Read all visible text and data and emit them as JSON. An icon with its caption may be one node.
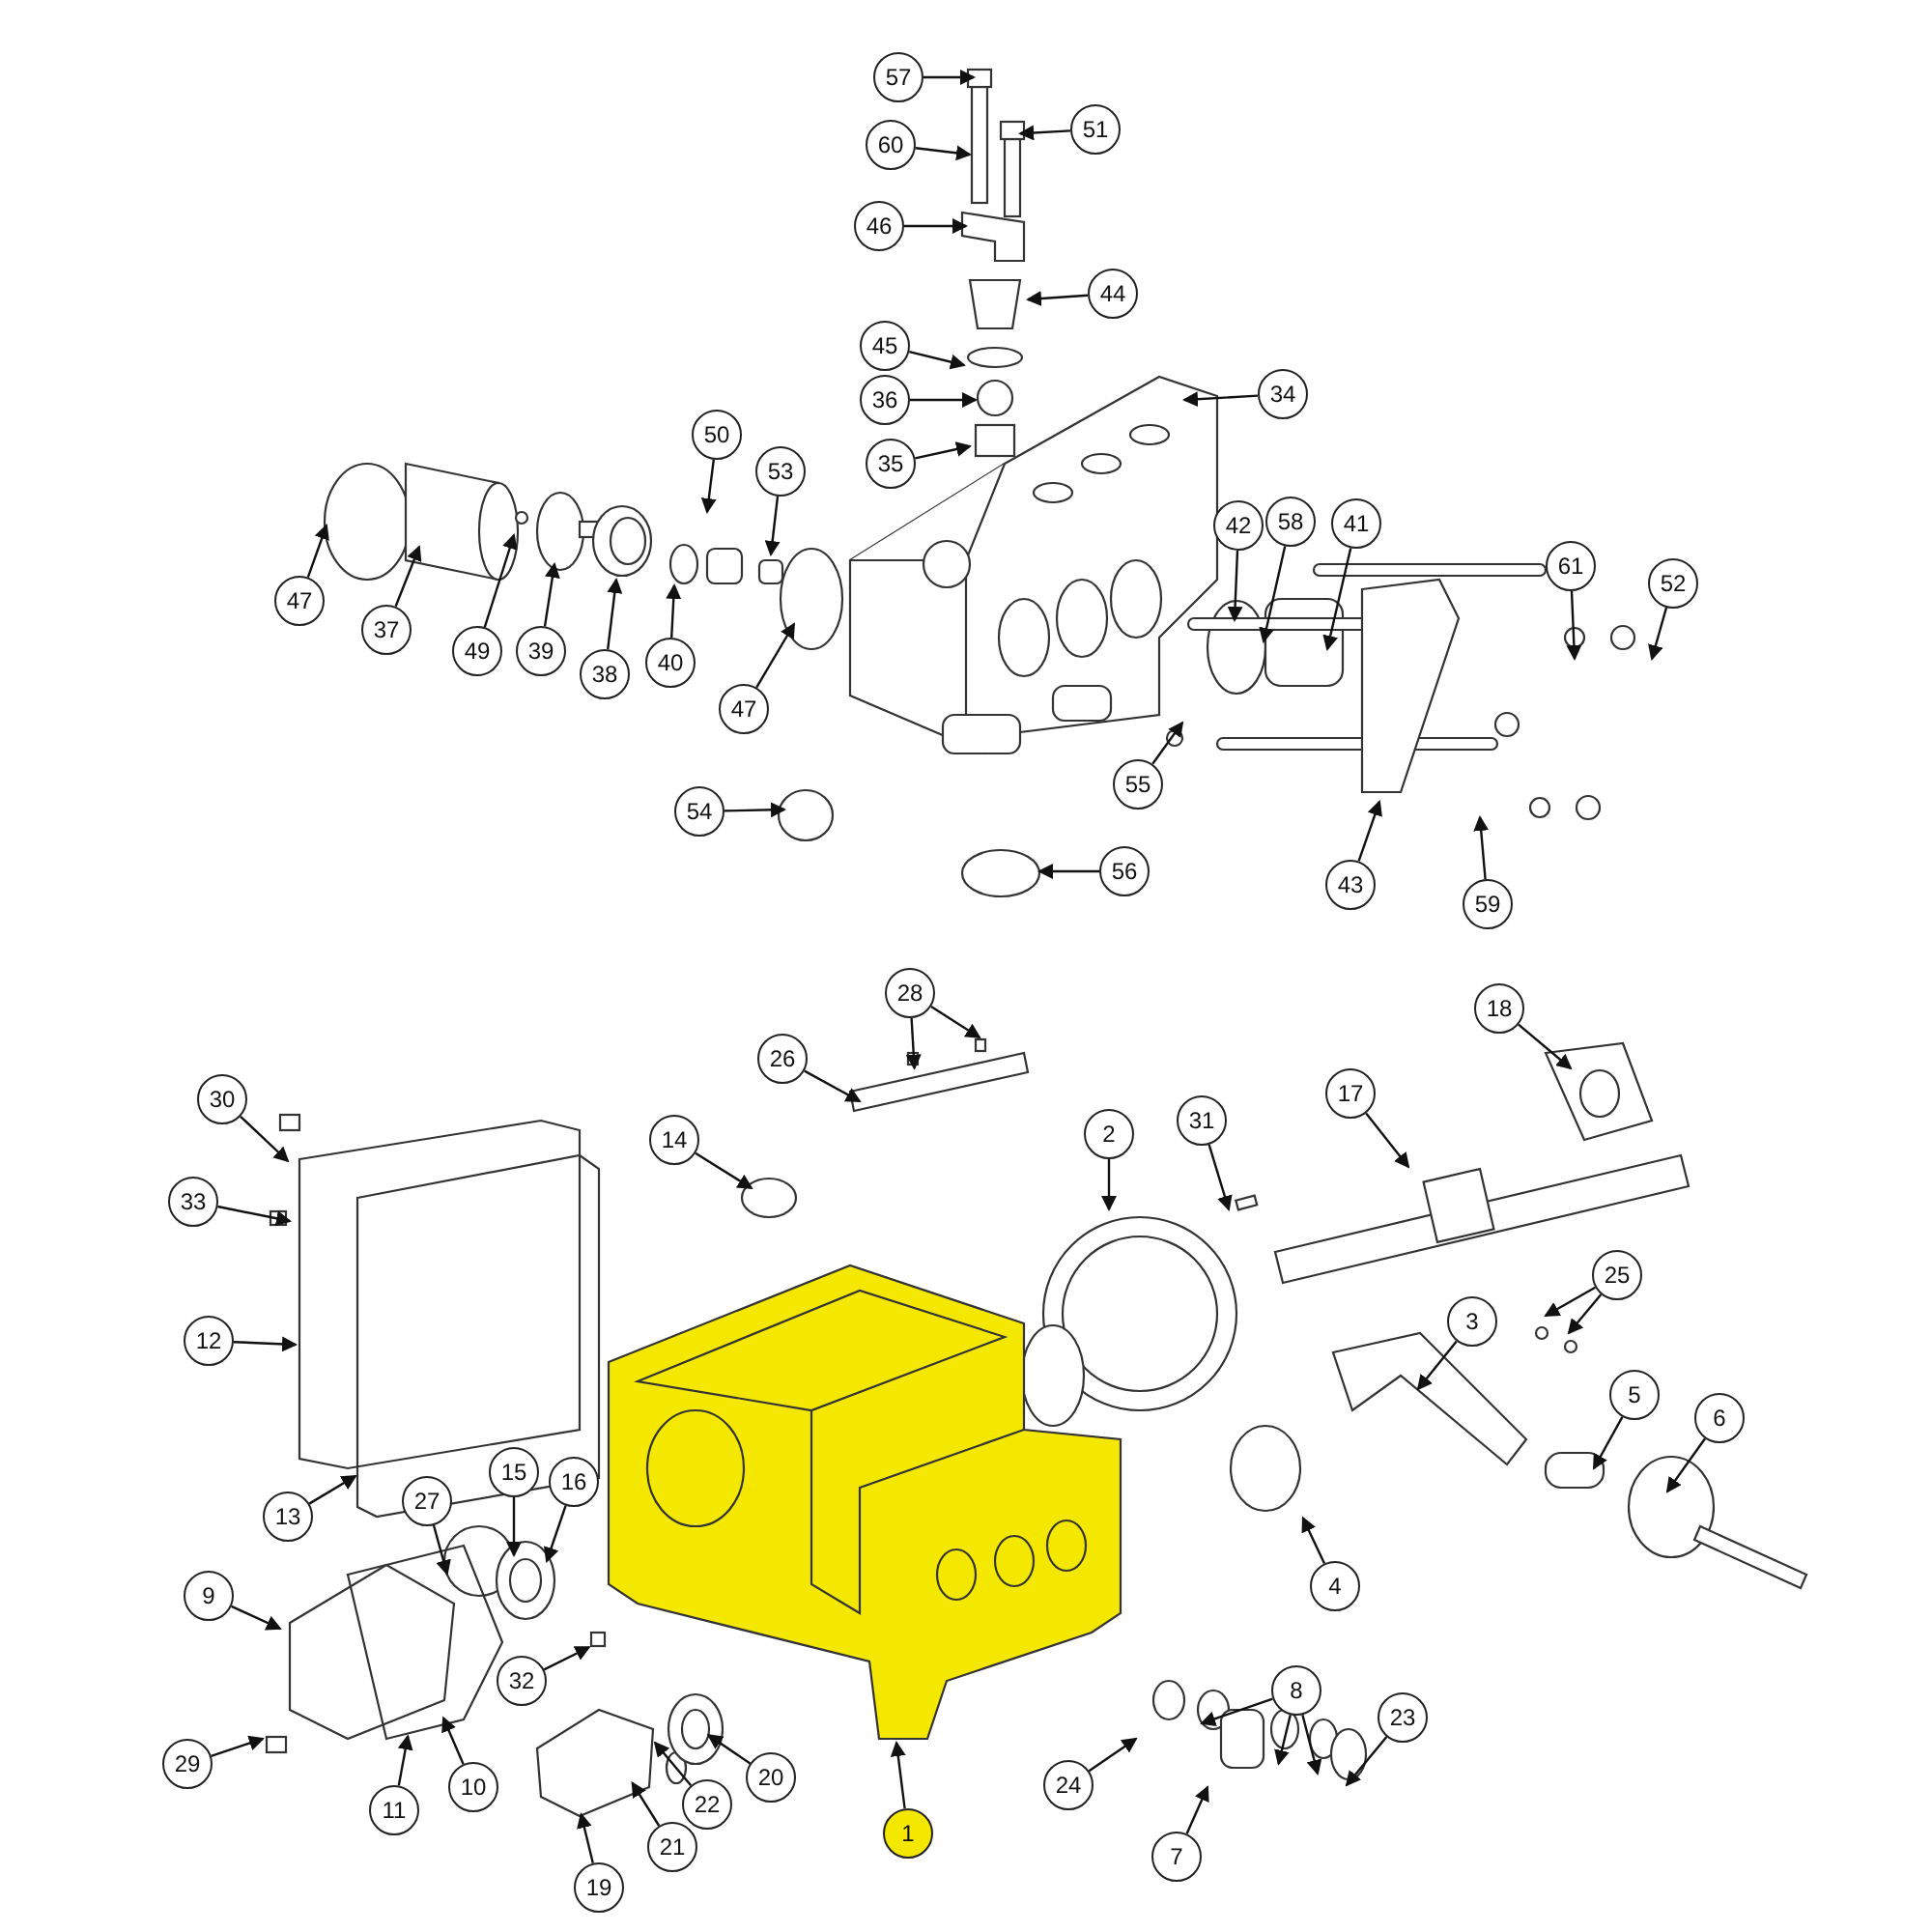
{
  "diagram": {
    "nodes": [
      {
        "text": [
          "57"
        ]
      },
      {
        "text": [
          "60"
        ]
      },
      {
        "text": [
          "51"
        ]
      },
      {
        "text": [
          "46"
        ]
      },
      {
        "text": [
          "44"
        ]
      },
      {
        "text": [
          "45"
        ]
      },
      {
        "text": [
          "36"
        ]
      },
      {
        "text": [
          "34"
        ]
      },
      {
        "text": [
          "35"
        ]
      },
      {
        "text": [
          "50"
        ]
      },
      {
        "text": [
          "53"
        ]
      },
      {
        "text": [
          "47"
        ]
      },
      {
        "text": [
          "37"
        ]
      },
      {
        "text": [
          "49"
        ]
      },
      {
        "text": [
          "39"
        ]
      },
      {
        "text": [
          "38"
        ]
      },
      {
        "text": [
          "40"
        ]
      },
      {
        "text": [
          "47"
        ]
      },
      {
        "text": [
          "42"
        ]
      },
      {
        "text": [
          "58"
        ]
      },
      {
        "text": [
          "41"
        ]
      },
      {
        "text": [
          "61"
        ]
      },
      {
        "text": [
          "52"
        ]
      },
      {
        "text": [
          "55"
        ]
      },
      {
        "text": [
          "54"
        ]
      },
      {
        "text": [
          "56"
        ]
      },
      {
        "text": [
          "43"
        ]
      },
      {
        "text": [
          "59"
        ]
      },
      {
        "text": [
          "28"
        ]
      },
      {
        "text": [
          "26"
        ]
      },
      {
        "text": [
          "30"
        ]
      },
      {
        "text": [
          "33"
        ]
      },
      {
        "text": [
          "14"
        ]
      },
      {
        "text": [
          "31"
        ]
      },
      {
        "text": [
          "2"
        ]
      },
      {
        "text": [
          "17"
        ]
      },
      {
        "text": [
          "18"
        ]
      },
      {
        "text": [
          "25"
        ]
      },
      {
        "text": [
          "3"
        ]
      },
      {
        "text": [
          "12"
        ]
      },
      {
        "text": [
          "5"
        ]
      },
      {
        "text": [
          "6"
        ]
      },
      {
        "text": [
          "13"
        ]
      },
      {
        "text": [
          "27"
        ]
      },
      {
        "text": [
          "15"
        ]
      },
      {
        "text": [
          "16"
        ]
      },
      {
        "text": [
          "4"
        ]
      },
      {
        "text": [
          "9"
        ]
      },
      {
        "text": [
          "32"
        ]
      },
      {
        "text": [
          "8"
        ]
      },
      {
        "text": [
          "20"
        ]
      },
      {
        "text": [
          "23"
        ]
      },
      {
        "text": [
          "29"
        ]
      },
      {
        "text": [
          "11"
        ]
      },
      {
        "text": [
          "10"
        ]
      },
      {
        "text": [
          "22"
        ]
      },
      {
        "text": [
          "24"
        ]
      },
      {
        "text": [
          "7"
        ]
      },
      {
        "text": [
          "1"
        ]
      },
      {
        "text": [
          "21"
        ]
      },
      {
        "text": [
          "19"
        ]
      },
      {
        "text": [],
        "shape": "picture"
      }
    ],
    "edges": [
      {
        "from": 0,
        "to": null,
        "arrow": "to"
      },
      {
        "from": 1,
        "to": null,
        "arrow": "to"
      },
      {
        "from": 2,
        "to": null,
        "arrow": "to"
      },
      {
        "from": 3,
        "to": null,
        "arrow": "to"
      },
      {
        "from": 4,
        "to": null,
        "arrow": "to"
      },
      {
        "from": 5,
        "to": null,
        "arrow": "to"
      },
      {
        "from": 6,
        "to": null,
        "arrow": "to"
      },
      {
        "from": 7,
        "to": null,
        "arrow": "to"
      },
      {
        "from": 8,
        "to": null,
        "arrow": "to"
      },
      {
        "from": 9,
        "to": null,
        "arrow": "to"
      },
      {
        "from": 10,
        "to": null,
        "arrow": "to"
      },
      {
        "from": 11,
        "to": null,
        "arrow": "to"
      },
      {
        "from": 12,
        "to": null,
        "arrow": "to"
      },
      {
        "from": 13,
        "to": null,
        "arrow": "to"
      },
      {
        "from": 14,
        "to": null,
        "arrow": "to"
      },
      {
        "from": 15,
        "to": null,
        "arrow": "to"
      },
      {
        "from": 16,
        "to": null,
        "arrow": "to"
      },
      {
        "from": 17,
        "to": null,
        "arrow": "to"
      },
      {
        "from": 18,
        "to": null,
        "arrow": "to"
      },
      {
        "from": 19,
        "to": null,
        "arrow": "to"
      },
      {
        "from": 20,
        "to": null,
        "arrow": "to"
      },
      {
        "from": 21,
        "to": null,
        "arrow": "to"
      },
      {
        "from": 22,
        "to": null,
        "arrow": "to"
      },
      {
        "from": 23,
        "to": null,
        "arrow": "to"
      },
      {
        "from": 24,
        "to": null,
        "arrow": "to"
      },
      {
        "from": 25,
        "to": null,
        "arrow": "to"
      },
      {
        "from": 26,
        "to": null,
        "arrow": "to"
      },
      {
        "from": 27,
        "to": null,
        "arrow": "to"
      },
      {
        "from": 28,
        "to": null,
        "arrow": "to"
      },
      {
        "from": 28,
        "to": null,
        "arrow": "to"
      },
      {
        "from": 29,
        "to": null,
        "arrow": "to"
      },
      {
        "from": 30,
        "to": null,
        "arrow": "to"
      },
      {
        "from": 31,
        "to": null,
        "arrow": "to"
      },
      {
        "from": 32,
        "to": null,
        "arrow": "to"
      },
      {
        "from": 33,
        "to": null,
        "arrow": "to"
      },
      {
        "from": 34,
        "to": null,
        "arrow": "to"
      },
      {
        "from": 35,
        "to": null,
        "arrow": "to"
      },
      {
        "from": 36,
        "to": null,
        "arrow": "to"
      },
      {
        "from": 37,
        "to": null,
        "arrow": "to"
      },
      {
        "from": 37,
        "to": null,
        "arrow": "to"
      },
      {
        "from": 38,
        "to": null,
        "arrow": "to"
      },
      {
        "from": 39,
        "to": null,
        "arrow": "to"
      },
      {
        "from": 40,
        "to": null,
        "arrow": "to"
      },
      {
        "from": 41,
        "to": null,
        "arrow": "to"
      },
      {
        "from": 42,
        "to": null,
        "arrow": "to"
      },
      {
        "from": 43,
        "to": null,
        "arrow": "to"
      },
      {
        "from": 44,
        "to": null,
        "arrow": "to"
      },
      {
        "from": 45,
        "to": null,
        "arrow": "to"
      },
      {
        "from": 46,
        "to": null,
        "arrow": "to"
      },
      {
        "from": 47,
        "to": null,
        "arrow": "to"
      },
      {
        "from": 48,
        "to": null,
        "arrow": "to"
      },
      {
        "from": 49,
        "to": null,
        "arrow": "to"
      },
      {
        "from": 49,
        "to": null,
        "arrow": "to"
      },
      {
        "from": 49,
        "to": null,
        "arrow": "to"
      },
      {
        "from": 50,
        "to": null,
        "arrow": "to"
      },
      {
        "from": 51,
        "to": null,
        "arrow": "to"
      },
      {
        "from": 52,
        "to": null,
        "arrow": "to"
      },
      {
        "from": 53,
        "to": null,
        "arrow": "to"
      },
      {
        "from": 54,
        "to": null,
        "arrow": "to"
      },
      {
        "from": 55,
        "to": null,
        "arrow": "to"
      },
      {
        "from": 56,
        "to": null,
        "arrow": "to"
      },
      {
        "from": 57,
        "to": null,
        "arrow": "to"
      },
      {
        "from": 58,
        "to": 61,
        "arrow": "to"
      },
      {
        "from": 59,
        "to": null,
        "arrow": "to"
      },
      {
        "from": 60,
        "to": null,
        "arrow": "to"
      }
    ]
  }
}
